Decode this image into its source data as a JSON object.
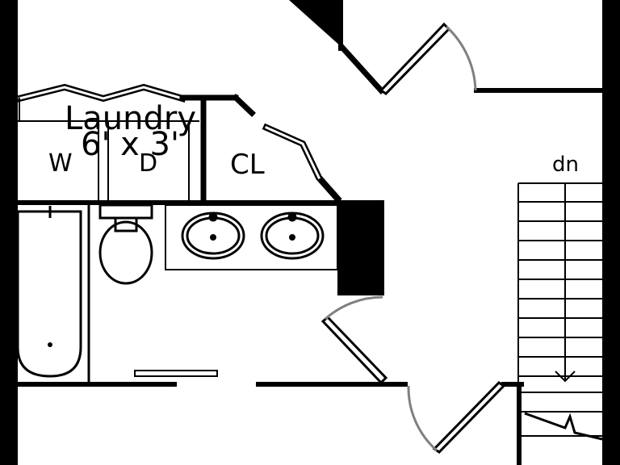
{
  "labels": {
    "laundry": "Laundry",
    "laundry_size": "6' x 3'",
    "washer": "W",
    "dryer": "D",
    "closet": "CL",
    "stairs": "dn"
  },
  "colors": {
    "background": "#ffffff",
    "border": "#000000",
    "lines": "#000000",
    "door_swing": "#808080"
  }
}
